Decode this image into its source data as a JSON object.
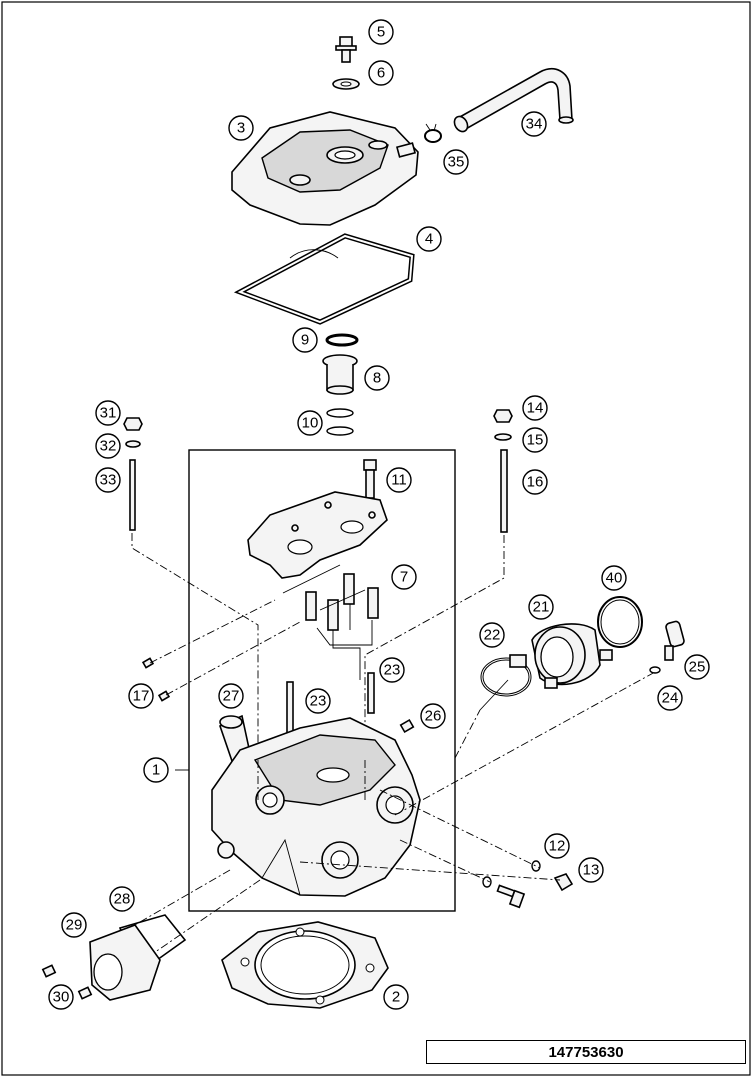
{
  "drawing_number": "147753630",
  "callouts": [
    "1",
    "2",
    "3",
    "4",
    "5",
    "6",
    "7",
    "8",
    "9",
    "10",
    "11",
    "12",
    "13",
    "14",
    "15",
    "16",
    "17",
    "21",
    "22",
    "23",
    "23",
    "24",
    "25",
    "26",
    "27",
    "28",
    "29",
    "30",
    "31",
    "32",
    "33",
    "34",
    "35",
    "40"
  ]
}
